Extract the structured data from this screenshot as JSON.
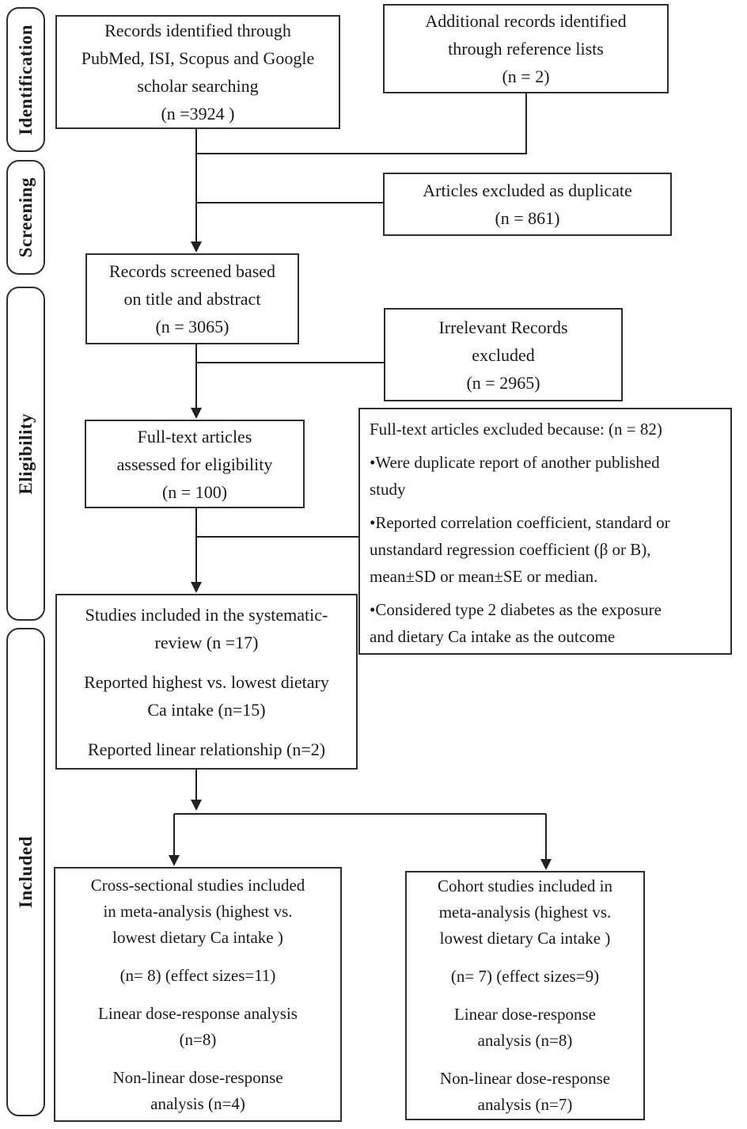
{
  "diagram": {
    "stages": [
      {
        "label": "Identification"
      },
      {
        "label": "Screening"
      },
      {
        "label": "Eligibility"
      },
      {
        "label": "Included"
      }
    ],
    "boxes": {
      "records_identified": {
        "text": "Records identified through\nPubMed, ISI, Scopus and Google\nscholar searching\n(n =3924 )"
      },
      "additional_records": {
        "text": "Additional records identified\nthrough reference lists\n(n = 2)"
      },
      "duplicates_excluded": {
        "text": "Articles excluded as duplicate\n(n = 861)"
      },
      "records_screened": {
        "text": "Records screened based\non title and abstract\n(n = 3065)"
      },
      "irrelevant_excluded": {
        "text": "Irrelevant Records\nexcluded\n(n = 2965)"
      },
      "fulltext_assessed": {
        "text": "Full-text articles\nassessed for eligibility\n(n = 100)"
      },
      "fulltext_excluded": {
        "title": "Full-text articles excluded because: (n = 82)",
        "bullets": [
          "•Were duplicate report of another published\nstudy",
          "•Reported correlation coefficient, standard or\nunstandard regression coefficient (β or B),\nmean±SD or mean±SE or median.",
          "•Considered type 2 diabetes as the exposure\nand dietary Ca intake as the outcome"
        ]
      },
      "studies_included": {
        "paragraphs": [
          "Studies included in the systematic-\nreview (n =17)",
          "Reported highest vs. lowest dietary\nCa intake (n=15)",
          "Reported linear relationship (n=2)"
        ]
      },
      "cross_sectional": {
        "paragraphs": [
          "Cross-sectional studies included\nin meta-analysis (highest vs.\nlowest dietary Ca intake )",
          "(n= 8) (effect sizes=11)",
          "Linear dose-response analysis\n(n=8)",
          "Non-linear dose-response\nanalysis (n=4)"
        ]
      },
      "cohort": {
        "paragraphs": [
          "Cohort studies included in\nmeta-analysis (highest vs.\nlowest dietary Ca intake )",
          "(n= 7) (effect sizes=9)",
          "Linear dose-response\nanalysis (n=8)",
          "Non-linear dose-response\nanalysis (n=7)"
        ]
      }
    }
  }
}
